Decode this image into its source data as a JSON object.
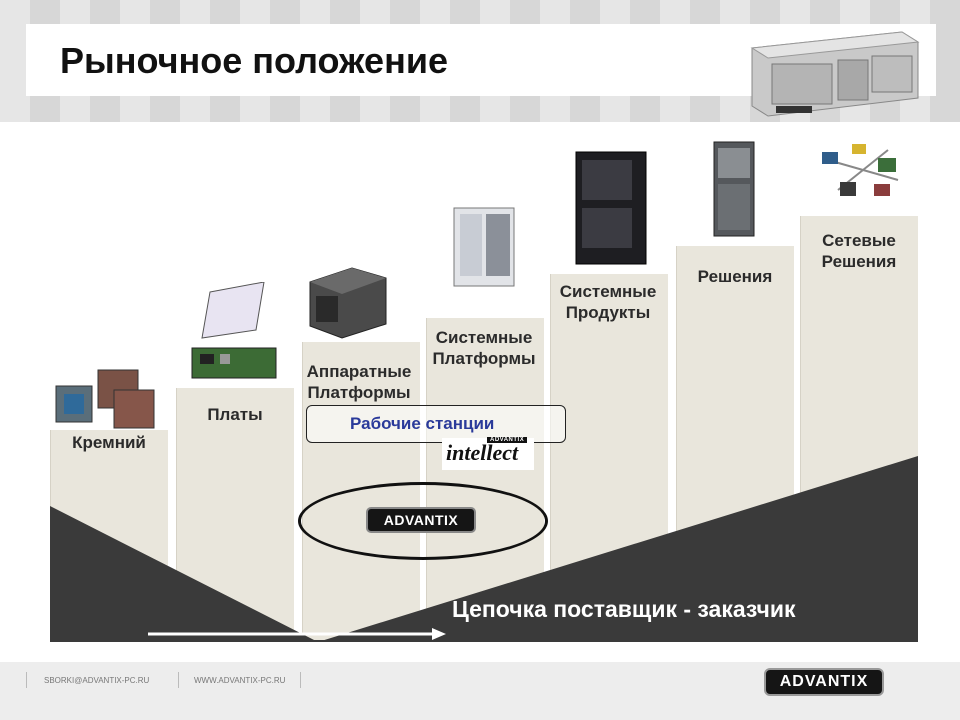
{
  "title": "Рыночное положение",
  "columns": [
    {
      "id": "silicon",
      "label": "Кремний"
    },
    {
      "id": "boards",
      "label": "Платы"
    },
    {
      "id": "hw-platforms",
      "label": "Аппаратные Платформы"
    },
    {
      "id": "sys-platforms",
      "label": "Системные Платформы"
    },
    {
      "id": "sys-products",
      "label": "Системные Продукты"
    },
    {
      "id": "solutions",
      "label": "Решения"
    },
    {
      "id": "network",
      "label": "Сетевые Решения"
    }
  ],
  "workstations_label": "Рабочие станции",
  "intellect_logo": {
    "brand": "ADVANTIX",
    "word": "intellect"
  },
  "advantix_logo": "ADVANTIX",
  "chain_label": "Цепочка поставщик - заказчик",
  "footer": {
    "email": "SBORKI@ADVANTIX-PC.RU",
    "website": "WWW.ADVANTIX-PC.RU",
    "logo": "ADVANTIX"
  },
  "colors": {
    "column_fill": "#e9e6dc",
    "chain_fill": "#3a3a3a",
    "workstations_text": "#2a3a9a"
  }
}
